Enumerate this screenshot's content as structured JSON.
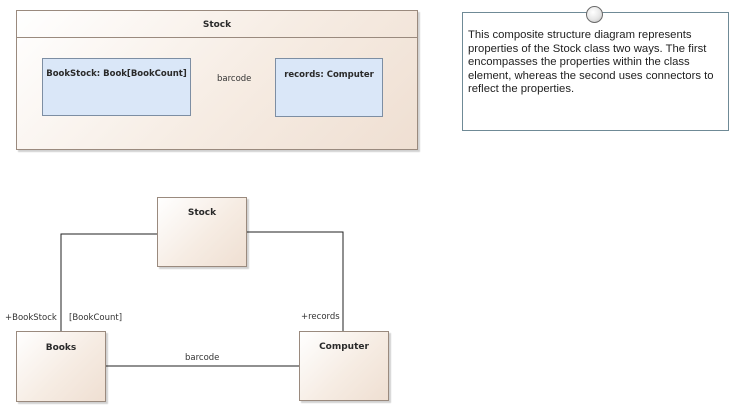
{
  "top_class": {
    "title": "Stock",
    "parts": [
      {
        "label": "BookStock: Book[BookCount]"
      },
      {
        "label": "records: Computer"
      }
    ],
    "connector_label": "barcode"
  },
  "note": {
    "text": "This composite structure diagram represents properties of the Stock class two ways.  The first encompasses the properties within the class element, whereas the second uses connectors to reflect the properties."
  },
  "bottom": {
    "stock_title": "Stock",
    "books_title": "Books",
    "computer_title": "Computer",
    "role_bookstock": "+BookStock",
    "multiplicity_bookcount": "[BookCount]",
    "role_records": "+records",
    "connector_label": "barcode"
  }
}
